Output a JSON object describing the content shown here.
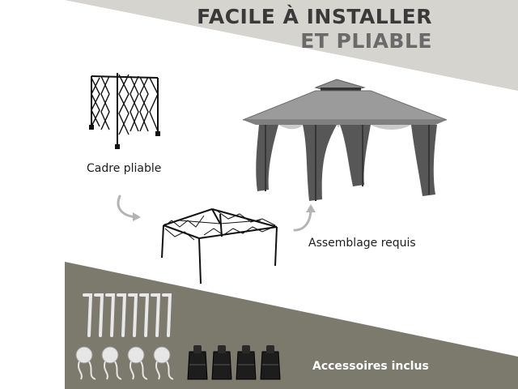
{
  "headline": {
    "line1": "FACILE À INSTALLER",
    "line2": "ET PLIABLE"
  },
  "captions": {
    "frame": "Cadre pliable",
    "assembly": "Assemblage requis",
    "accessories": "Accessoires inclus"
  },
  "colors": {
    "top_band": "#d6d4ce",
    "bottom_band": "#7b7a6c",
    "canopy": "#9b9b9b",
    "netting": "#3a3a3a",
    "frame": "#111111"
  },
  "icons": [
    "curved-arrow-icon",
    "curved-arrow-icon"
  ],
  "accessories": {
    "stakes": 8,
    "ropes": 4,
    "weight_bags": 4
  }
}
